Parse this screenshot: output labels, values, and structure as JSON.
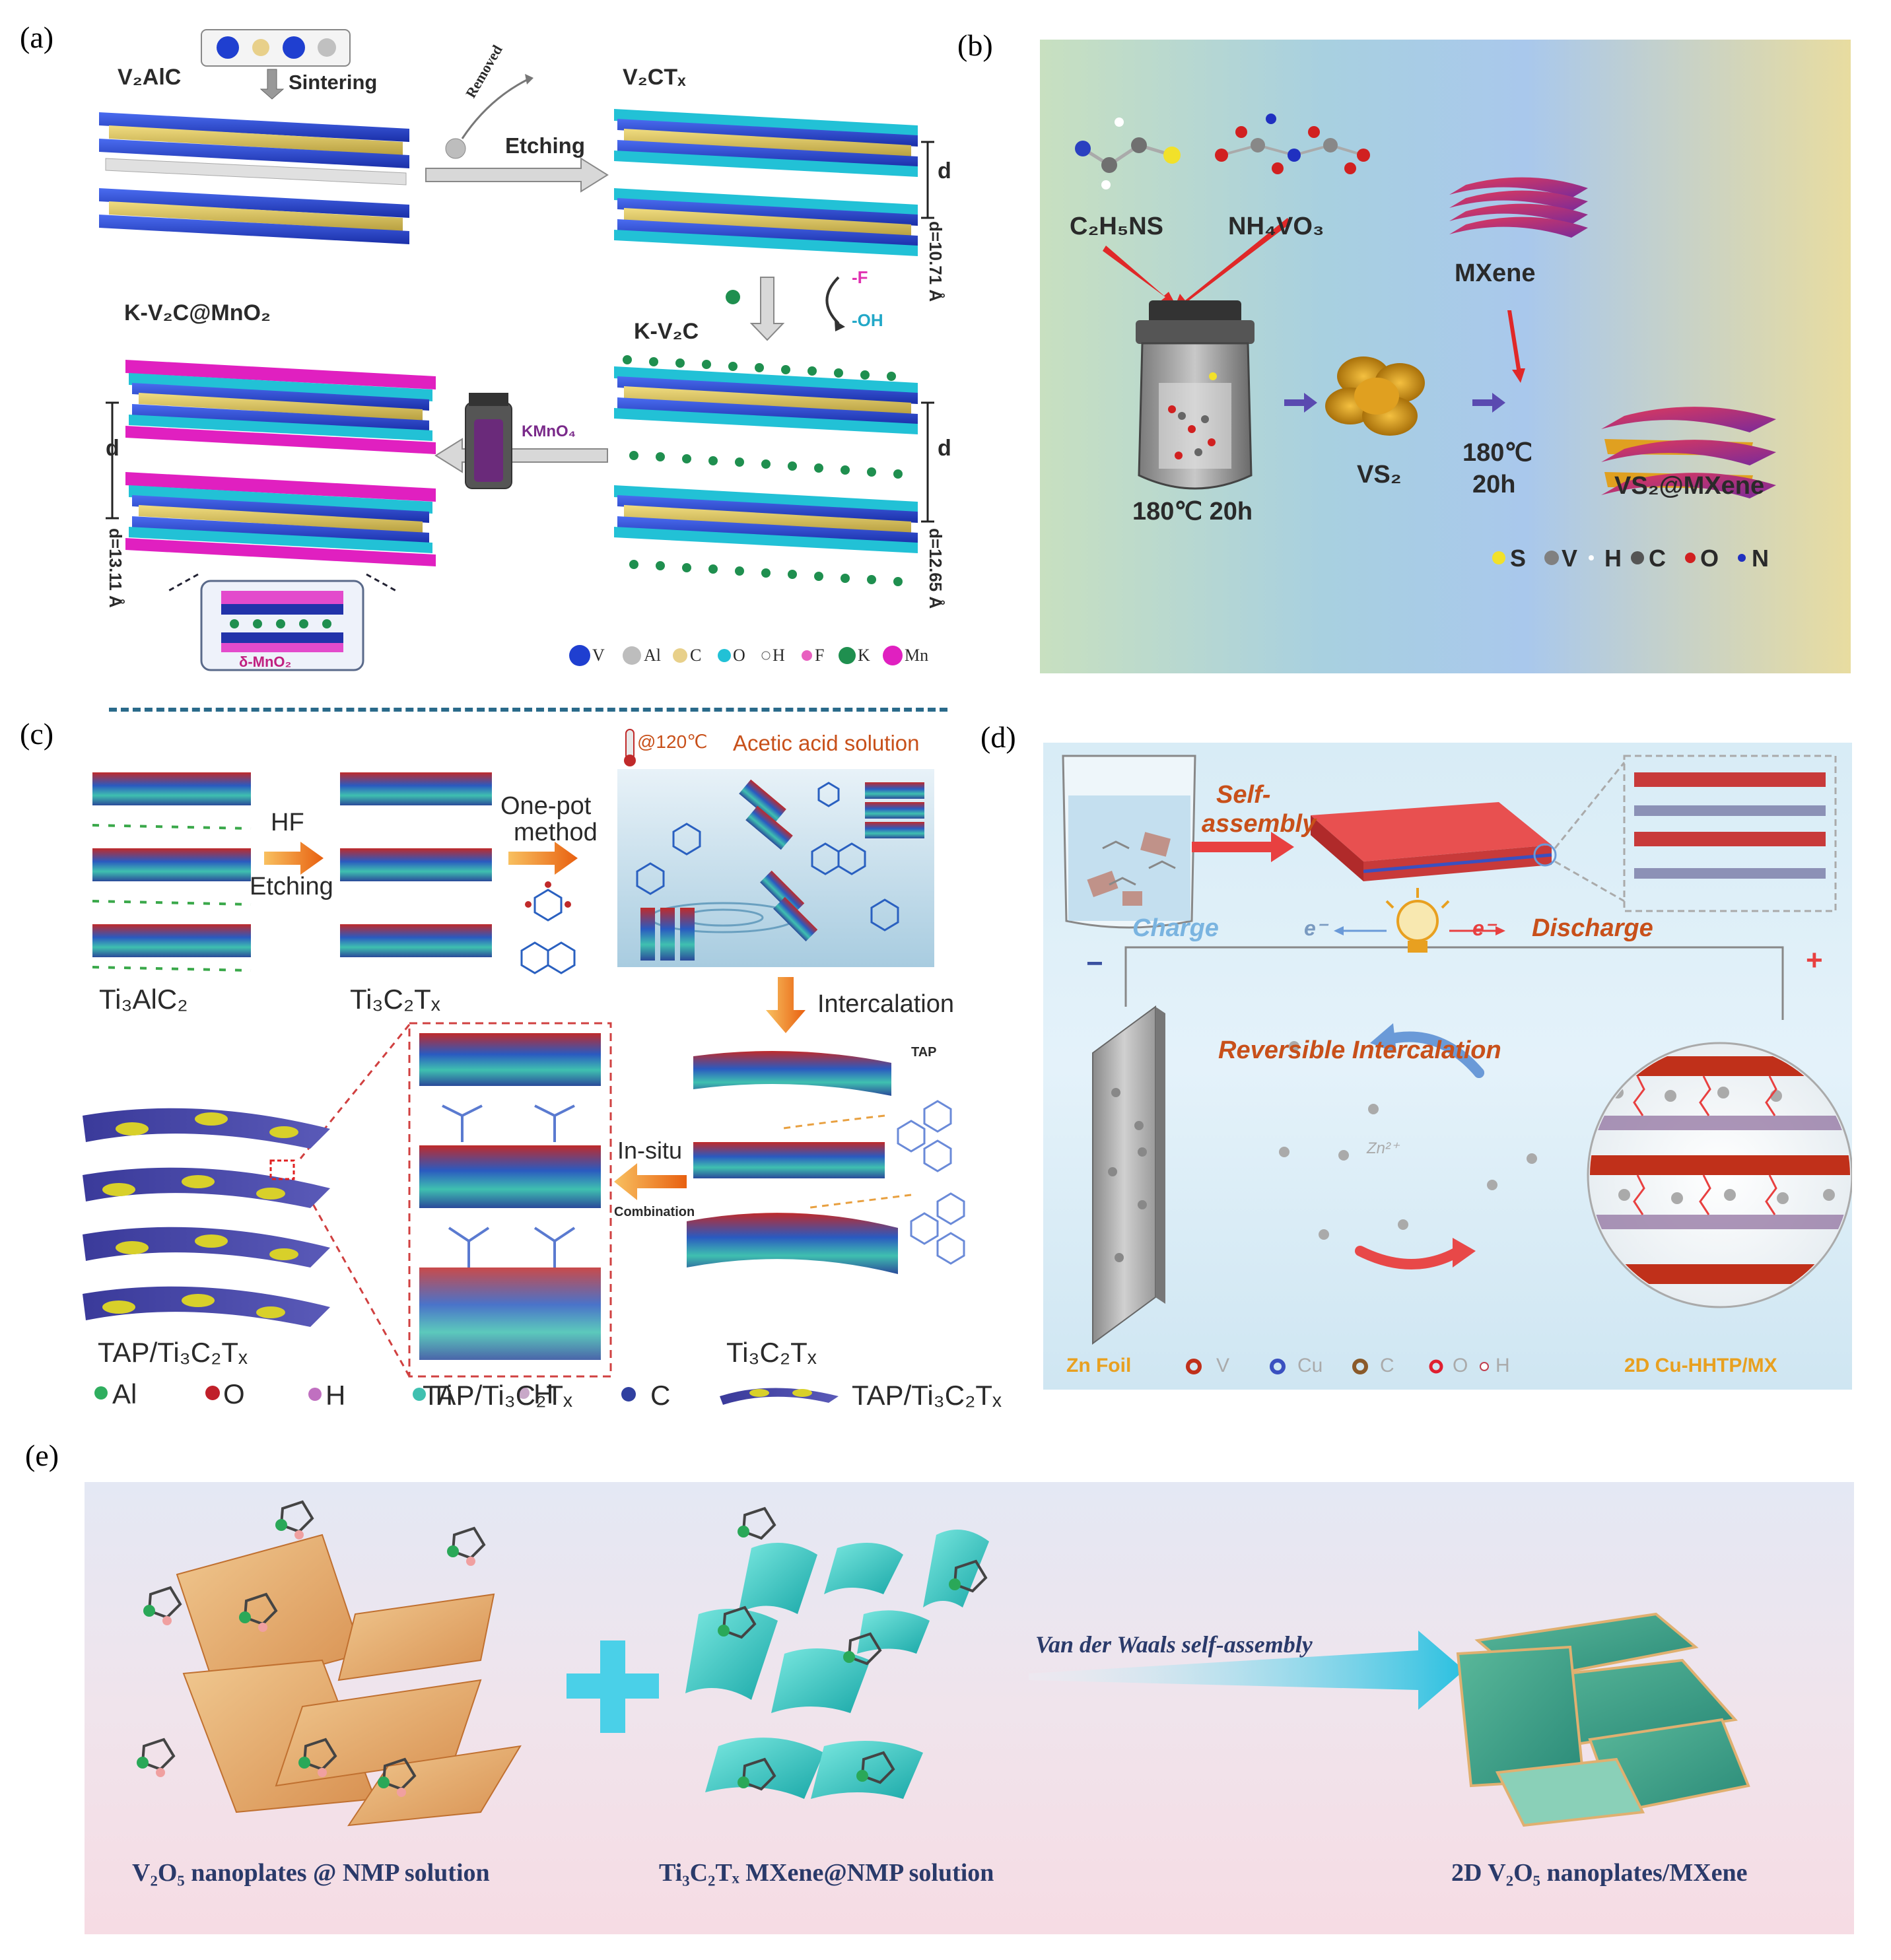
{
  "panel_labels": [
    "(a)",
    "(b)",
    "(c)",
    "(d)",
    "(e)"
  ],
  "panel_a": {
    "v2alc": "V₂AlC",
    "sintering": "Sintering",
    "removed": "Removed",
    "etching": "Etching",
    "v2ctx": "V₂CTₓ",
    "d": "d",
    "d1": "d=10.71 Å",
    "f": "-F",
    "oh": "-OH",
    "kv2c": "K-V₂C",
    "kv2c_mno2": "K-V₂C@MnO₂",
    "kmno4": "KMnO₄",
    "d2": "d=13.11 Å",
    "d3": "d=12.65 Å",
    "delta": "δ-MnO₂",
    "legend": [
      "V",
      "Al",
      "C",
      "O",
      "H",
      "F",
      "K",
      "Mn"
    ],
    "legend_colors": [
      "#1f3fd0",
      "#bdbdbd",
      "#e8d08a",
      "#22c1d6",
      "#ffffff",
      "#e860c0",
      "#1f8f4f",
      "#e020c0"
    ]
  },
  "panel_b": {
    "c2h5ns": "C₂H₅NS",
    "nh4vo3": "NH₄VO₃",
    "mxene": "MXene",
    "cond1": "180℃ 20h",
    "vs2": "VS₂",
    "cond2a": "180℃",
    "cond2b": "20h",
    "product": "VS₂@MXene",
    "legend": [
      "S",
      "V",
      "H",
      "C",
      "O",
      "N"
    ],
    "legend_colors": [
      "#f2e12a",
      "#808080",
      "#ffffff",
      "#555555",
      "#d12020",
      "#2030c0"
    ]
  },
  "panel_c": {
    "temp": "@120℃",
    "acetic": "Acetic acid solution",
    "hf": "HF",
    "etching": "Etching",
    "onepot1": "One-pot",
    "onepot2": "method",
    "ti3alc2": "Ti₃AlC₂",
    "ti3c2tx_a": "Ti₃C₂Tₓ",
    "intercalation": "Intercalation",
    "tap": "TAP",
    "insitu": "In-situ",
    "combination": "Combination",
    "tap_ti_left": "TAP/Ti₃C₂Tₓ",
    "tap_ti_mid": "TAP/Ti₃C₂Tₓ",
    "ti3c2tx_b": "Ti₃C₂Tₓ",
    "legend": [
      "Al",
      "O",
      "H",
      "Ti",
      "H",
      "C"
    ],
    "legend_colors": [
      "#2fae5f",
      "#c0202a",
      "#c070c0",
      "#3fc0b0",
      "#c8a8c8",
      "#3040a0"
    ],
    "legend_last": "TAP/Ti₃C₂Tₓ"
  },
  "panel_d": {
    "self_assembly1": "Self-",
    "self_assembly2": "assembly",
    "charge": "Charge",
    "discharge": "Discharge",
    "electron": "e⁻",
    "minus": "−",
    "plus": "+",
    "reversible": "Reversible Intercalation",
    "zn": "Zn²⁺",
    "zn_foil": "Zn Foil",
    "legend": [
      "V",
      "Cu",
      "C",
      "O",
      "H"
    ],
    "product": "2D Cu-HHTP/MX"
  },
  "panel_e": {
    "left": "V₂O₅ nanoplates @ NMP solution",
    "middle": "Ti₃C₂Tₓ MXene@NMP solution",
    "arrow": "Van der Waals self-assembly",
    "right": "2D V₂O₅  nanoplates/MXene"
  }
}
